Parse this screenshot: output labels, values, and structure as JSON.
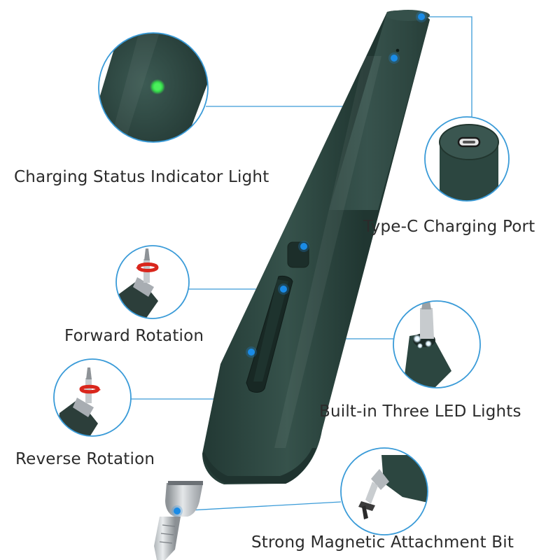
{
  "callouts": {
    "charging_status": "Charging Status Indicator Light",
    "type_c_port": "Type-C Charging Port",
    "forward_rotation": "Forward Rotation",
    "led_lights": "Built-in Three LED Lights",
    "reverse_rotation": "Reverse Rotation",
    "magnetic_bit": "Strong Magnetic Attachment Bit"
  },
  "colors": {
    "body_green": "#2f4540",
    "callout_line": "#3a9bd8",
    "marker_blue": "#1a8be6",
    "indicator_green": "#35e04a",
    "rotation_red": "#d9261c",
    "label_text": "#2b2b2b"
  }
}
